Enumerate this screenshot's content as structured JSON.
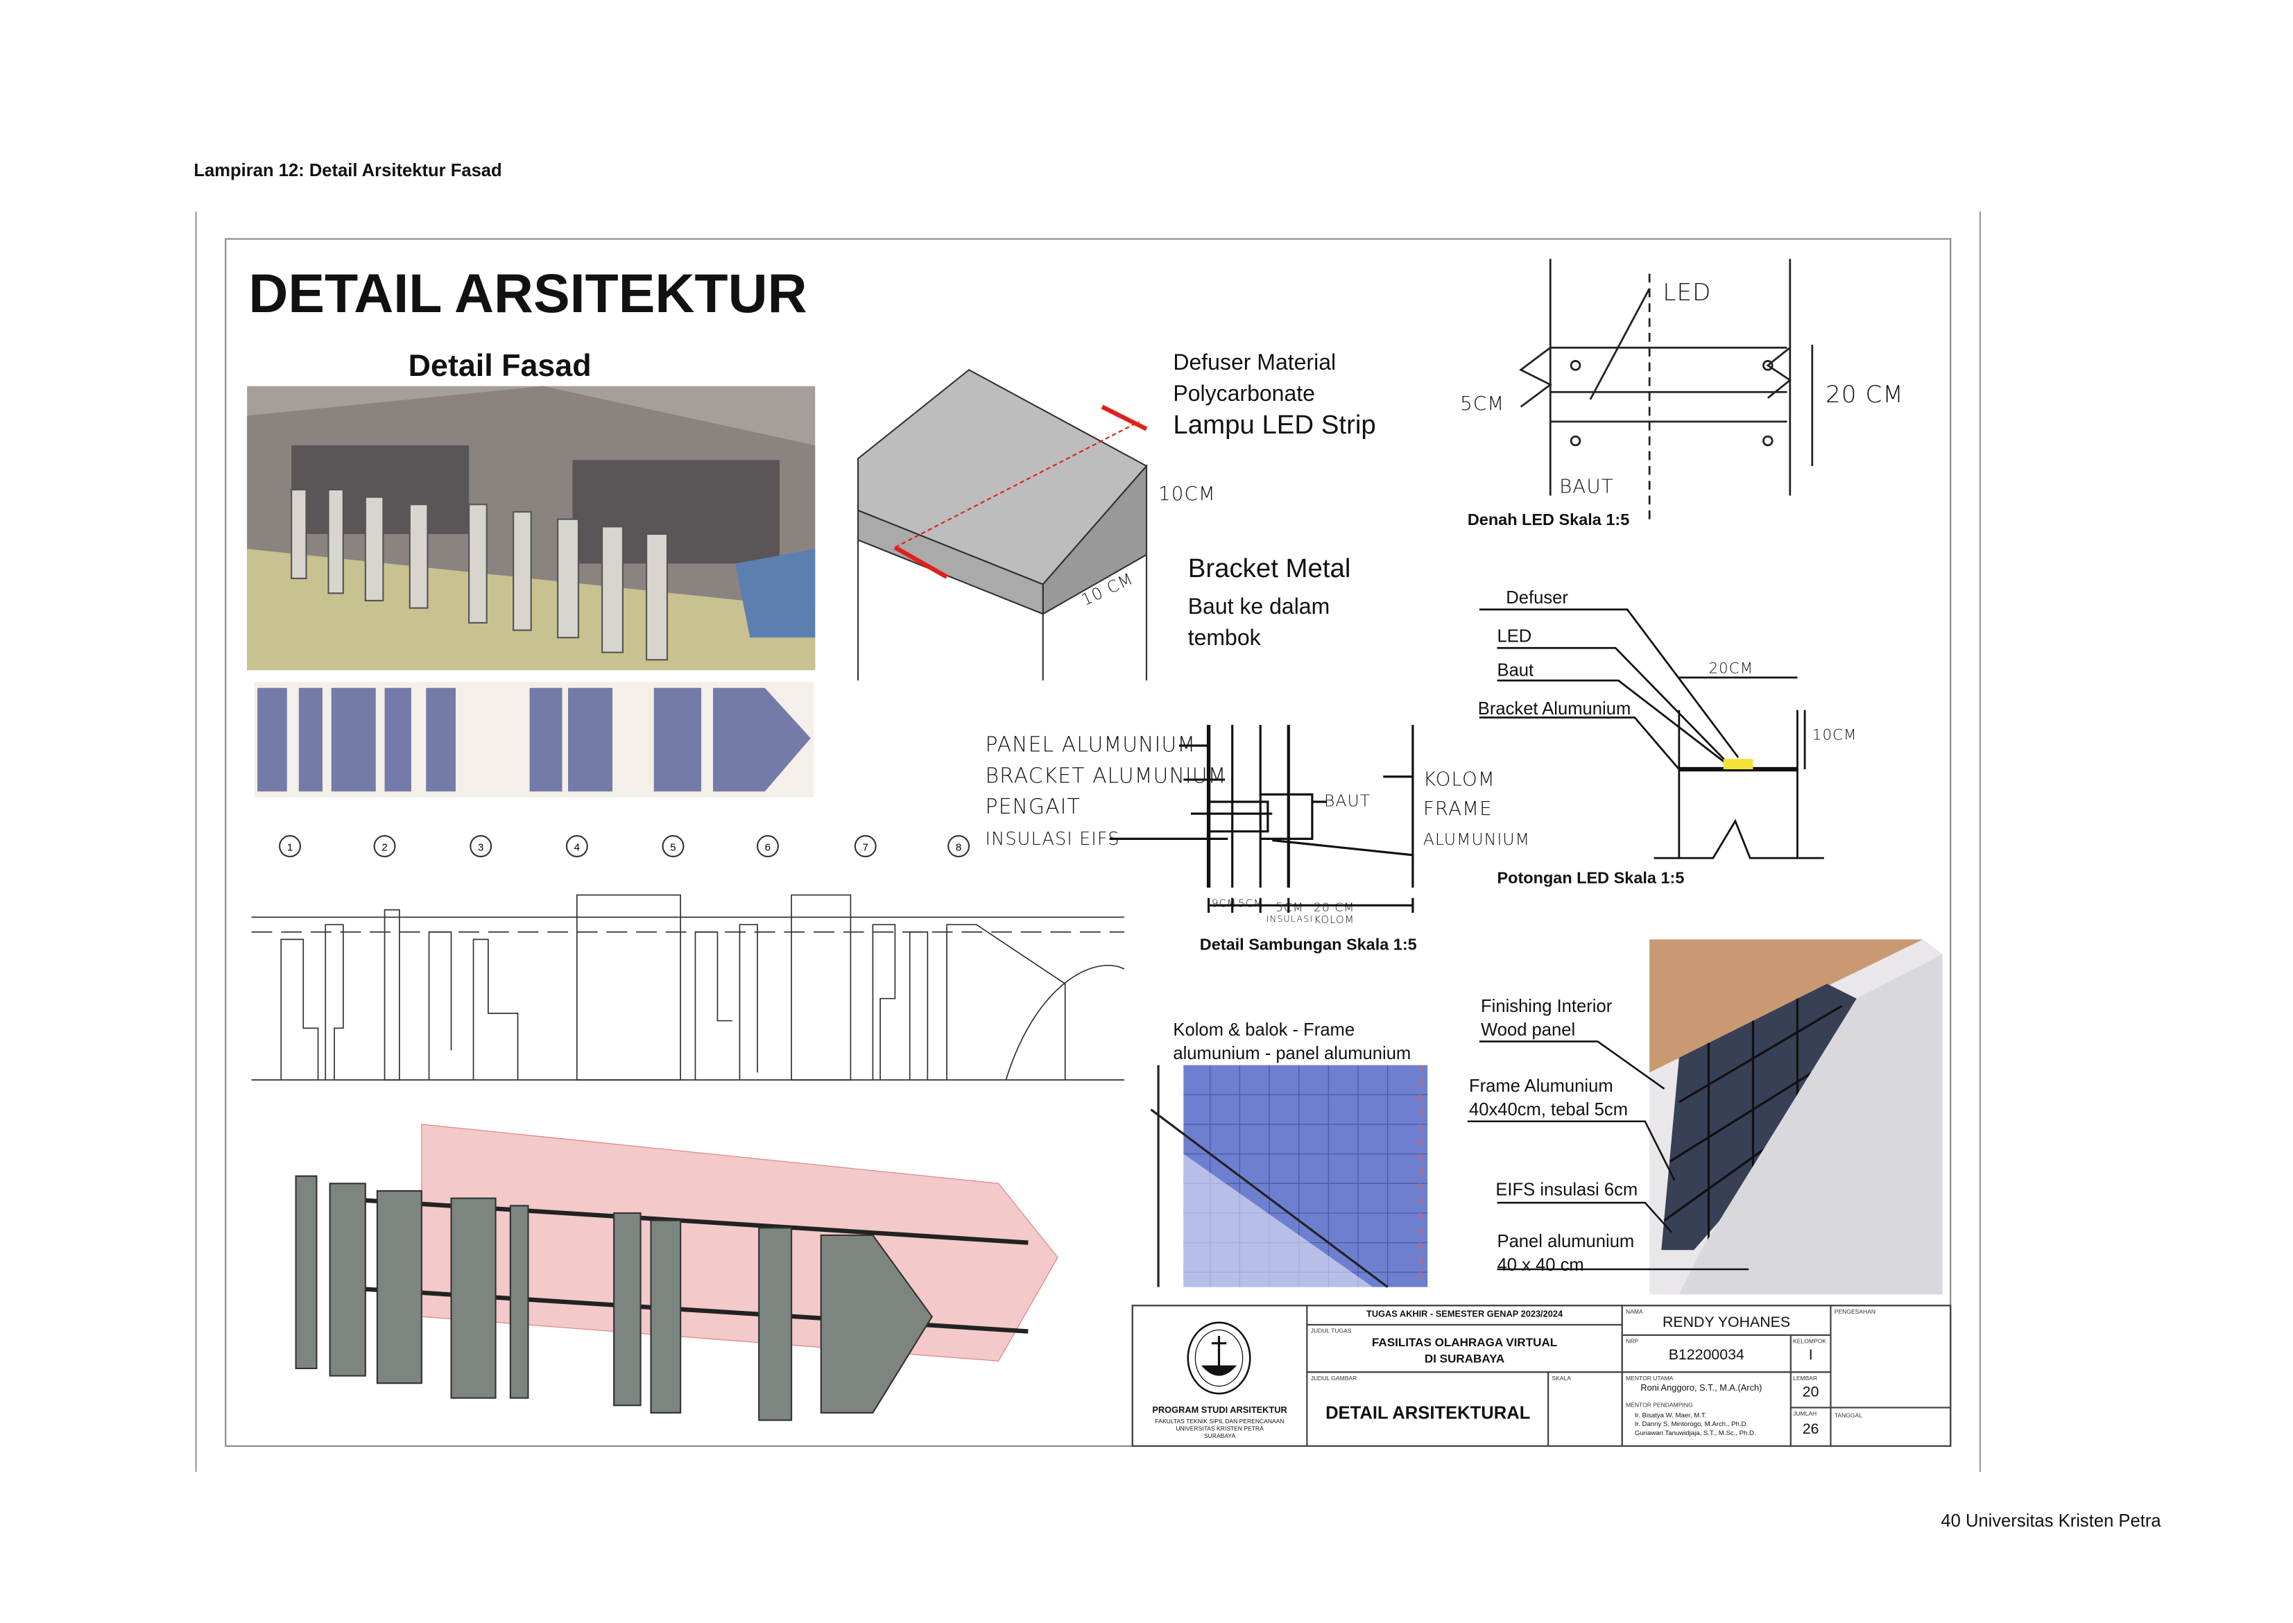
{
  "page": {
    "heading": "Lampiran 12: Detail Arsitektur Fasad",
    "footer": "40 Universitas Kristen Petra"
  },
  "sheet": {
    "title": "DETAIL ARSITEKTUR",
    "subtitle": "Detail Fasad",
    "led_3d": {
      "labels": [
        "Defuser Material",
        "Polycarbonate",
        "Lampu LED Strip",
        "Bracket Metal",
        "Baut ke dalam",
        "tembok"
      ],
      "dims": [
        "10CM",
        "10 CM"
      ]
    },
    "denah_led": {
      "labels": [
        "LED",
        "BAUT"
      ],
      "dims": [
        "5CM",
        "20 CM"
      ],
      "caption": "Denah LED Skala 1:5"
    },
    "potongan_led": {
      "labels": [
        "Defuser",
        "LED",
        "Baut",
        "Bracket Alumunium"
      ],
      "dims": [
        "20CM",
        "10CM"
      ],
      "caption": "Potongan LED Skala 1:5"
    },
    "sambungan": {
      "labels_left": [
        "PANEL ALUMUNIUM",
        "BRACKET ALUMUNIUM",
        "PENGAIT",
        "INSULASI EIFS"
      ],
      "labels_right": [
        "KOLOM",
        "FRAME",
        "ALUMUNIUM"
      ],
      "baut": "BAUT",
      "dims": [
        "9CM",
        "5CM",
        "5CM",
        "20 CM"
      ],
      "dim_notes": [
        "INSULASI",
        "KOLOM"
      ],
      "caption": "Detail Sambungan Skala 1:5"
    },
    "elevation": {
      "grid": [
        "1",
        "2",
        "3",
        "4",
        "5",
        "6",
        "7",
        "8"
      ]
    },
    "panel_detail": {
      "left_label": [
        "Kolom & balok - Frame",
        "alumunium - panel alumunium"
      ],
      "labels": [
        "Finishing Interior",
        "Wood panel",
        "Frame Alumunium",
        "40x40cm, tebal 5cm",
        "EIFS insulasi 6cm",
        "Panel alumunium",
        "40 x 40 cm"
      ]
    }
  },
  "title_block": {
    "program": "PROGRAM STUDI ARSITEKTUR",
    "faculty": "FAKULTAS TEKNIK SIPIL DAN PERENCANAAN",
    "university": "UNIVERSITAS KRISTEN PETRA",
    "city": "SURABAYA",
    "semester": "TUGAS AKHIR - SEMESTER GENAP 2023/2024",
    "judul_tugas_label": "JUDUL TUGAS",
    "judul_tugas": [
      "FASILITAS OLAHRAGA VIRTUAL",
      "DI SURABAYA"
    ],
    "judul_gambar_label": "JUDUL GAMBAR",
    "judul_gambar": "DETAIL ARSITEKTURAL",
    "skala_label": "SKALA",
    "nama_label": "NAMA",
    "nama": "RENDY YOHANES",
    "nrp_label": "NRP",
    "nrp": "B12200034",
    "kelompok_label": "KELOMPOK",
    "kelompok": "I",
    "mentor_utama_label": "MENTOR UTAMA",
    "mentor_utama": "Roni Anggoro, S.T., M.A.(Arch)",
    "mentor_pendamping_label": "MENTOR PENDAMPING",
    "mentor_pendamping": [
      "Ir. Bisatya W. Maer, M.T.",
      "Ir. Danny S. Mintorogo, M.Arch., Ph.D.",
      "Gunawan Tanuwidjaja, S.T., M.Sc., Ph.D."
    ],
    "lembar_label": "LEMBAR",
    "lembar": "20",
    "jumlah_label": "JUMLAH",
    "jumlah": "26",
    "pengesahan_label": "PENGESAHAN",
    "tanggal_label": "TANGGAL"
  },
  "colors": {
    "red": "#e0201c",
    "panel_blue": "#6f7fd0",
    "panel_grey": "#7d8580",
    "led_yellow": "#f3e23a"
  }
}
